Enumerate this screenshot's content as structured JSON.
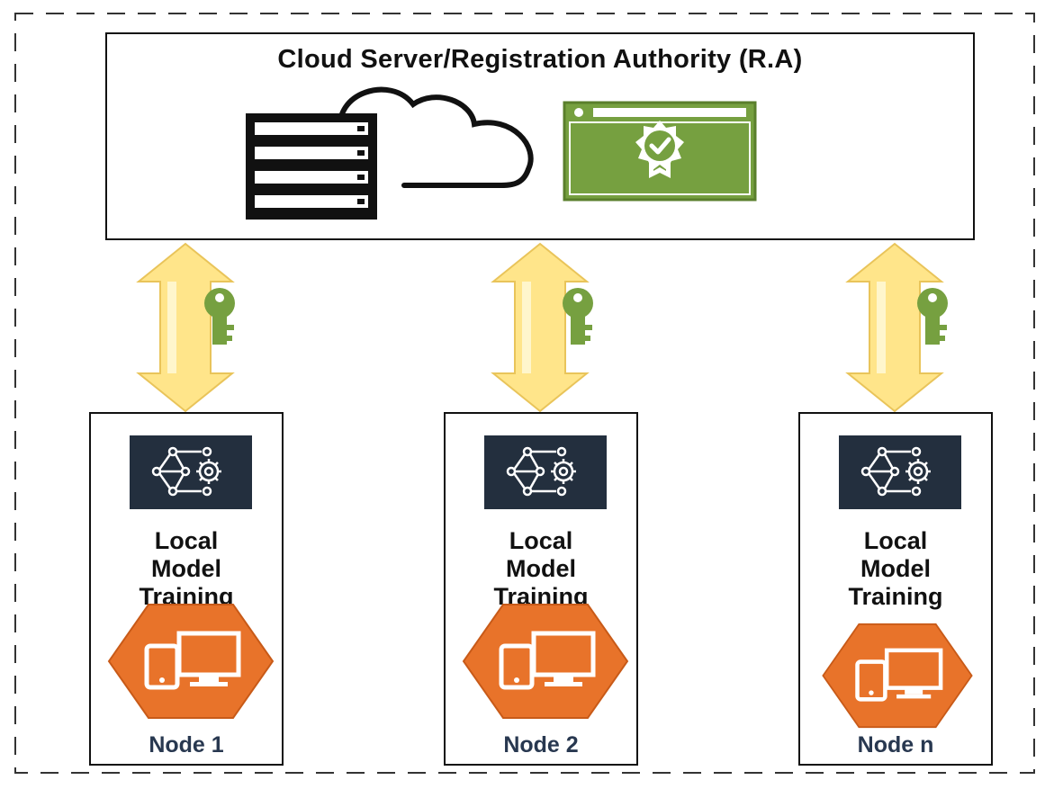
{
  "server": {
    "title": "Cloud Server/Registration Authority (R.A)",
    "icons": [
      "server-rack-icon",
      "cloud-outline-icon",
      "certificate-icon"
    ]
  },
  "links": {
    "arrow_color": "#ffe58a",
    "key_color": "#76a040",
    "icons": [
      "double-arrow-icon",
      "key-icon"
    ]
  },
  "nodes": [
    {
      "label_line1": "Local",
      "label_line2": "Model",
      "label_line3": "Training",
      "name": "Node 1"
    },
    {
      "label_line1": "Local",
      "label_line2": "Model",
      "label_line3": "Training",
      "name": "Node 2"
    },
    {
      "label_line1": "Local",
      "label_line2": "Model",
      "label_line3": "Training",
      "name": "Node n"
    }
  ],
  "colors": {
    "ml_tile": "#232f3e",
    "device_hex": "#e8732a",
    "certificate": "#76a040",
    "node_name": "#283850"
  }
}
